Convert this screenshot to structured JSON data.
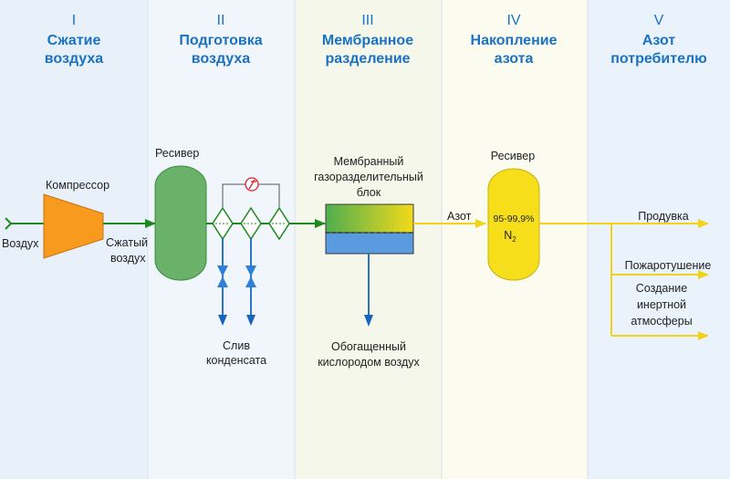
{
  "stages": [
    {
      "num": "I",
      "line1": "Сжатие",
      "line2": "воздуха",
      "color": "#e8f1fa"
    },
    {
      "num": "II",
      "line1": "Подготовка",
      "line2": "воздуха",
      "color": "#f1f6fc"
    },
    {
      "num": "III",
      "line1": "Мембранное",
      "line2": "разделение",
      "color": "#f4f7ea"
    },
    {
      "num": "IV",
      "line1": "Накопление",
      "line2": "азота",
      "color": "#fbfbef"
    },
    {
      "num": "V",
      "line1": "Азот",
      "line2": "потребителю",
      "color": "#eaf3fb"
    }
  ],
  "labels": {
    "air_in": "Воздух",
    "compressor": "Компрессор",
    "compressed_air_1": "Сжатый",
    "compressed_air_2": "воздух",
    "receiver_1": "Ресивер",
    "condensate_1": "Слив",
    "condensate_2": "конденсата",
    "membrane_1": "Мембранный",
    "membrane_2": "газоразделительный",
    "membrane_3": "блок",
    "oxygen_1": "Обогащенный",
    "oxygen_2": "кислородом воздух",
    "nitrogen": "Азот",
    "receiver_2": "Ресивер",
    "purity": "95-99,9%",
    "n2": "N",
    "n2_sub": "2",
    "purge": "Продувка",
    "fire": "Пожаротушение",
    "inert_1": "Создание",
    "inert_2": "инертной",
    "inert_3": "атмосферы"
  },
  "colors": {
    "air_line": "#1e8a1e",
    "nitrogen_line": "#f2d21a",
    "oxygen_line": "#1565c0",
    "compressor": "#f79a1d",
    "receiver_air": "#6ab26a",
    "receiver_n2": "#f6df1a",
    "membrane_top_left": "#4fae4f",
    "membrane_top_right": "#f3da1a",
    "membrane_bottom": "#5a9be0"
  },
  "icons": {
    "temperature_sensor": "thermometer-icon",
    "valve": "valve-icon",
    "filter": "filter-icon"
  }
}
